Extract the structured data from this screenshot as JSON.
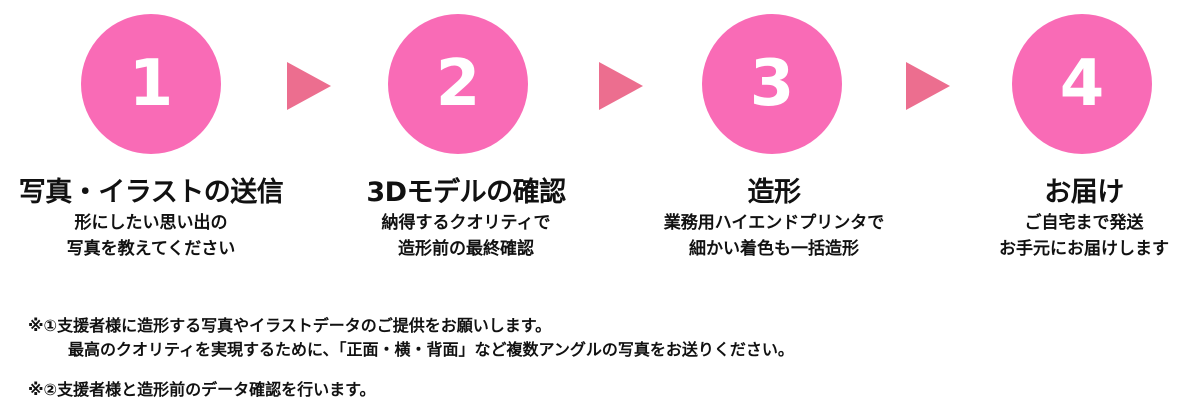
{
  "colors": {
    "circle": "#f96bb6",
    "arrow": "#ec6e8f"
  },
  "steps": [
    {
      "number": "1",
      "title": "写真・イラストの送信",
      "desc1": "形にしたい思い出の",
      "desc2": "写真を教えてください"
    },
    {
      "number": "2",
      "title": "3Dモデルの確認",
      "desc1": "納得するクオリティで",
      "desc2": "造形前の最終確認"
    },
    {
      "number": "3",
      "title": "造形",
      "desc1": "業務用ハイエンドプリンタで",
      "desc2": "細かい着色も一括造形"
    },
    {
      "number": "4",
      "title": "お届け",
      "desc1": "ご自宅まで発送",
      "desc2": "お手元にお届けします"
    }
  ],
  "notes": {
    "note1_line1": "※①支援者様に造形する写真やイラストデータのご提供をお願いします。",
    "note1_line2": "最高のクオリティを実現するために、「正面・横・背面」など複数アングルの写真をお送りください。",
    "note2": "※②支援者様と造形前のデータ確認を行います。"
  }
}
